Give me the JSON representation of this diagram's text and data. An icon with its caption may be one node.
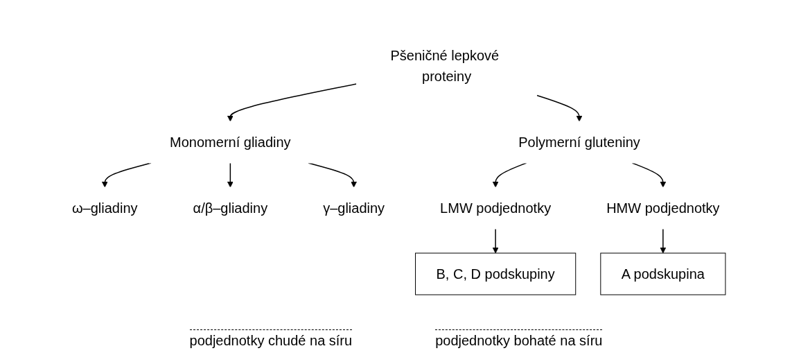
{
  "diagram": {
    "nodes": [
      {
        "text": [
          "Pšeničné lepkové proteiny"
        ]
      },
      {
        "text": [
          "Monomerní gliadiny"
        ]
      },
      {
        "text": [
          "Polymerní gluteniny"
        ]
      },
      {
        "text": [
          "ω–gliadiny"
        ]
      },
      {
        "text": [
          "α/β–gliadiny"
        ]
      },
      {
        "text": [
          "γ–gliadiny"
        ]
      },
      {
        "text": [
          "LMW podjednotky"
        ]
      },
      {
        "text": [
          "HMW podjednotky"
        ]
      },
      {
        "text": [
          "B, C, D podskupiny"
        ]
      },
      {
        "text": [
          "A podskupina"
        ]
      }
    ],
    "edges": [
      {
        "from": 0,
        "to": 1,
        "arrow": "to"
      },
      {
        "from": 0,
        "to": 2,
        "arrow": "to"
      },
      {
        "from": 1,
        "to": 3,
        "arrow": "to"
      },
      {
        "from": 1,
        "to": 4,
        "arrow": "to"
      },
      {
        "from": 1,
        "to": 5,
        "arrow": "to"
      },
      {
        "from": 2,
        "to": 6,
        "arrow": "to"
      },
      {
        "from": 2,
        "to": 7,
        "arrow": "to"
      },
      {
        "from": 6,
        "to": 8,
        "arrow": "to"
      },
      {
        "from": 7,
        "to": 9,
        "arrow": "to"
      }
    ],
    "labels": [
      "podjednotky chudé na síru",
      "podjednotky bohaté na síru"
    ]
  }
}
